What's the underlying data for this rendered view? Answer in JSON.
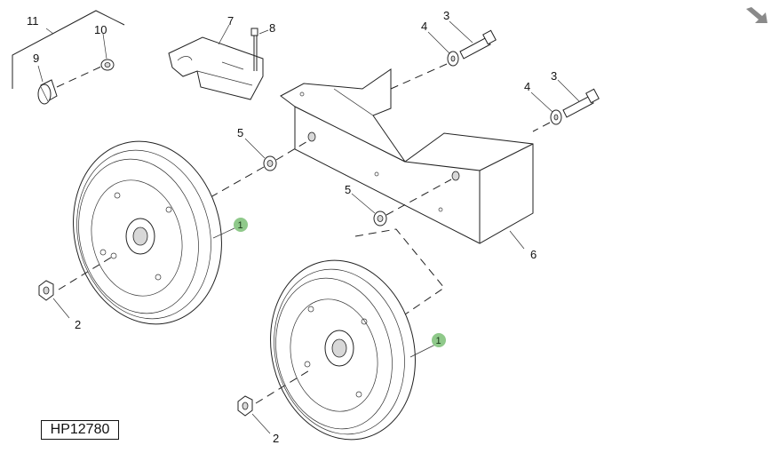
{
  "diagram": {
    "reference_id": "HP12780",
    "highlight_color": "#8fc98a",
    "callouts": {
      "c1a": "1",
      "c1b": "1",
      "c2a": "2",
      "c2b": "2",
      "c3a": "3",
      "c3b": "3",
      "c4a": "4",
      "c4b": "4",
      "c5a": "5",
      "c5b": "5",
      "c6": "6",
      "c7": "7",
      "c8": "8",
      "c9": "9",
      "c10": "10",
      "c11": "11"
    },
    "nav": {
      "next_icon": "arrow-down-right-icon"
    }
  }
}
